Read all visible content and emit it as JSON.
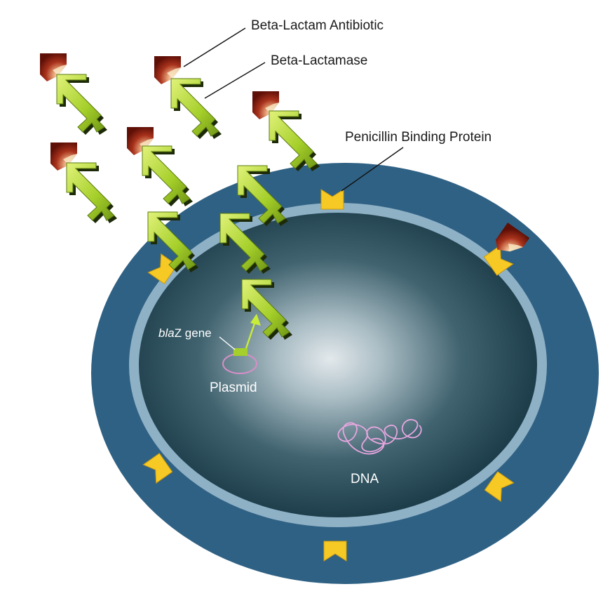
{
  "labels": {
    "antibiotic": "Beta-Lactam Antibiotic",
    "lactamase": "Beta-Lactamase",
    "pbp": "Penicillin Binding Protein",
    "blaz_italic": "bla",
    "blaz_rest": "Z gene",
    "plasmid": "Plasmid",
    "dna": "DNA"
  },
  "colors": {
    "outer_wall": "#2f6184",
    "membrane": "#8fb1c6",
    "cytoplasm_center": "#dfe6ea",
    "cytoplasm_edge": "#0f2f3c",
    "pbp": "#f7c925",
    "lactamase": "#a5cf2a",
    "antibiotic_dark": "#6e1208",
    "antibiotic_glow": "#f4dfb5",
    "plasmid": "#d78ec7",
    "dna": "#e7a6e0",
    "text_light": "#ffffff",
    "text_dark": "#1a1a1a"
  },
  "icons": [
    "beta-lactam-antibiotic-icon",
    "beta-lactamase-icon",
    "penicillin-binding-protein-icon",
    "plasmid-icon",
    "dna-icon"
  ]
}
